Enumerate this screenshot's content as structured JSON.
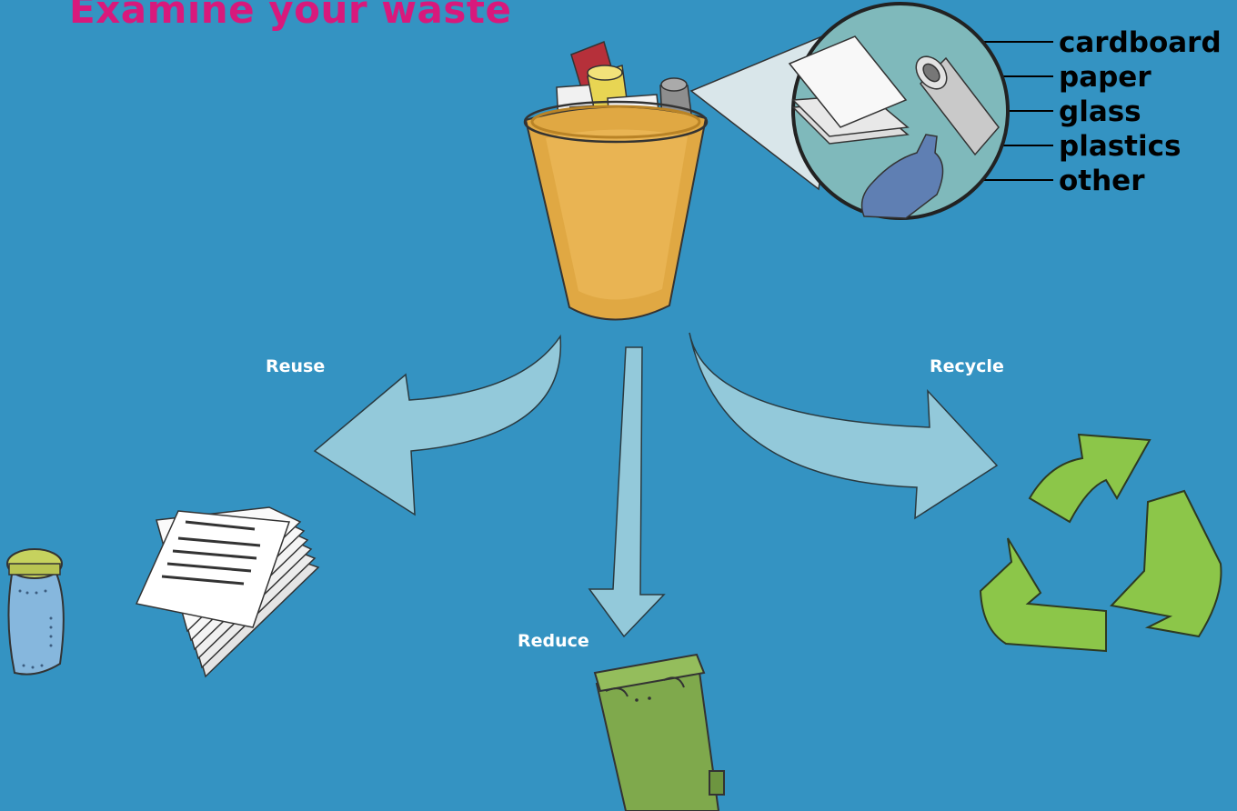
{
  "title": "Examine your waste",
  "materials": [
    "cardboard",
    "paper",
    "glass",
    "plastics",
    "other"
  ],
  "actions": {
    "reuse": "Reuse",
    "reduce": "Reduce",
    "recycle": "Recycle"
  },
  "icons": {
    "bin": "waste-bin-icon",
    "magnifier": "magnified-waste-icon",
    "jar": "jar-icon",
    "papers": "paper-stack-icon",
    "wheelie": "wheelie-bin-icon",
    "recycle": "recycle-symbol-icon"
  },
  "colors": {
    "background": "#3493c2",
    "title": "#d8197c",
    "arrow": "#93c9da",
    "bin": "#e0a843",
    "recycle": "#8cc649",
    "wheelie": "#7fa94c"
  }
}
